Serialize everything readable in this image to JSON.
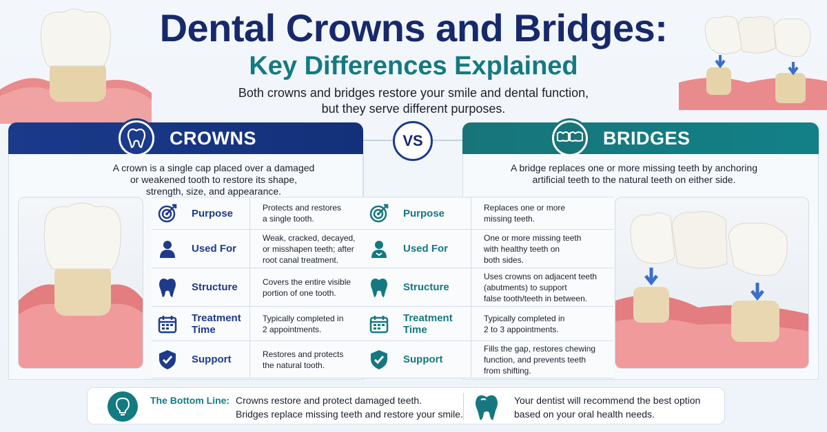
{
  "header": {
    "title": "Dental Crowns and Bridges:",
    "subtitle": "Key Differences Explained",
    "intro_line1": "Both crowns and bridges restore your smile and dental function,",
    "intro_line2": "but they serve different purposes."
  },
  "vs_label": "VS",
  "colors": {
    "navy": "#1a3a8a",
    "teal": "#17757a",
    "title": "#17296b",
    "gum": "#e8868a"
  },
  "crowns": {
    "heading": "CROWNS",
    "icon": "tooth-icon",
    "description_line1": "A crown is a single cap placed over a damaged",
    "description_line2": "or weakened tooth to restore its shape,",
    "description_line3": "strength, size, and appearance.",
    "rows": [
      {
        "icon": "target-icon",
        "label": "Purpose",
        "lines": [
          "Protects and restores",
          "a single tooth."
        ]
      },
      {
        "icon": "person-icon",
        "label": "Used For",
        "lines": [
          "Weak, cracked, decayed,",
          "or misshapen teeth; after",
          "root canal treatment."
        ]
      },
      {
        "icon": "tooth-icon",
        "label": "Structure",
        "lines": [
          "Covers the entire visible",
          "portion of one tooth."
        ]
      },
      {
        "icon": "calendar-icon",
        "label_line1": "Treatment",
        "label_line2": "Time",
        "lines": [
          "Typically completed in",
          "2 appointments."
        ]
      },
      {
        "icon": "shield-check-icon",
        "label": "Support",
        "lines": [
          "Restores and protects",
          "the natural tooth."
        ]
      }
    ]
  },
  "bridges": {
    "heading": "BRIDGES",
    "icon": "bridge-teeth-icon",
    "description_line1": "A bridge replaces one or more missing teeth by anchoring",
    "description_line2": "artificial teeth to the natural teeth on either side.",
    "rows": [
      {
        "icon": "target-icon",
        "label": "Purpose",
        "lines": [
          "Replaces one or more",
          "missing teeth."
        ]
      },
      {
        "icon": "doctor-icon",
        "label": "Used For",
        "lines": [
          "One or more missing teeth",
          "with healthy teeth on",
          "both sides."
        ]
      },
      {
        "icon": "tooth-icon",
        "label": "Structure",
        "lines": [
          "Uses crowns on adjacent teeth",
          "(abutments) to support",
          "false tooth/teeth in between."
        ]
      },
      {
        "icon": "calendar-icon",
        "label_line1": "Treatment",
        "label_line2": "Time",
        "lines": [
          "Typically completed in",
          "2 to 3 appointments."
        ]
      },
      {
        "icon": "shield-check-icon",
        "label": "Support",
        "lines": [
          "Fills the gap, restores chewing",
          "function, and prevents teeth",
          "from shifting."
        ]
      }
    ]
  },
  "bottom": {
    "icon": "lightbulb-icon",
    "label": "The Bottom Line:",
    "line1": "Crowns restore and protect damaged teeth.",
    "line2": "Bridges replace missing teeth and restore your smile.",
    "note_icon": "tooth-icon",
    "note_line1": "Your dentist will recommend the best option",
    "note_line2": "based on your oral health needs."
  }
}
